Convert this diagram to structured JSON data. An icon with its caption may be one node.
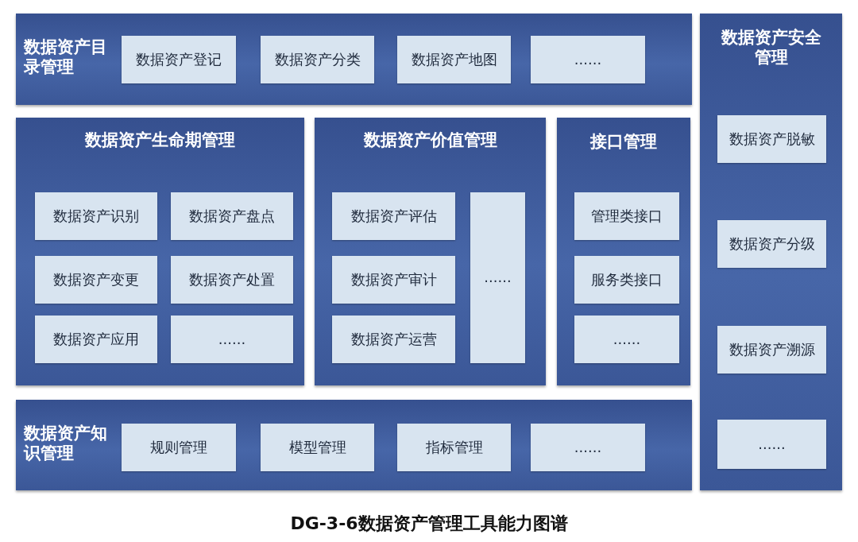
{
  "diagram": {
    "caption": "DG-3-6数据资产管理工具能力图谱",
    "nodes": [
      {
        "text": [
          "数据资产目录管理"
        ]
      },
      {
        "text": [
          "数据资产登记"
        ],
        "in": 0
      },
      {
        "text": [
          "数据资产分类"
        ],
        "in": 0
      },
      {
        "text": [
          "数据资产地图"
        ],
        "in": 0
      },
      {
        "text": [
          "......"
        ],
        "in": 0
      },
      {
        "text": [
          "数据资产安全管理"
        ]
      },
      {
        "text": [
          "数据资产脱敏"
        ],
        "in": 5
      },
      {
        "text": [
          "数据资产分级"
        ],
        "in": 5
      },
      {
        "text": [
          "数据资产溯源"
        ],
        "in": 5
      },
      {
        "text": [
          "......"
        ],
        "in": 5
      },
      {
        "text": [
          "数据资产生命期管理"
        ]
      },
      {
        "text": [
          "数据资产识别"
        ],
        "in": 10
      },
      {
        "text": [
          "数据资产盘点"
        ],
        "in": 10
      },
      {
        "text": [
          "数据资产变更"
        ],
        "in": 10
      },
      {
        "text": [
          "数据资产处置"
        ],
        "in": 10
      },
      {
        "text": [
          "数据资产应用"
        ],
        "in": 10
      },
      {
        "text": [
          "......"
        ],
        "in": 10
      },
      {
        "text": [
          "数据资产价值管理"
        ]
      },
      {
        "text": [
          "数据资产评估"
        ],
        "in": 17
      },
      {
        "text": [
          "数据资产审计"
        ],
        "in": 17
      },
      {
        "text": [
          "数据资产运营"
        ],
        "in": 17
      },
      {
        "text": [
          "......"
        ],
        "in": 17
      },
      {
        "text": [
          "接口管理"
        ]
      },
      {
        "text": [
          "管理类接口"
        ],
        "in": 22
      },
      {
        "text": [
          "服务类接口"
        ],
        "in": 22
      },
      {
        "text": [
          "......"
        ],
        "in": 22
      },
      {
        "text": [
          "数据资产知识管理"
        ]
      },
      {
        "text": [
          "规则管理"
        ],
        "in": 26
      },
      {
        "text": [
          "模型管理"
        ],
        "in": 26
      },
      {
        "text": [
          "指标管理"
        ],
        "in": 26
      },
      {
        "text": [
          "......"
        ],
        "in": 26
      }
    ]
  }
}
